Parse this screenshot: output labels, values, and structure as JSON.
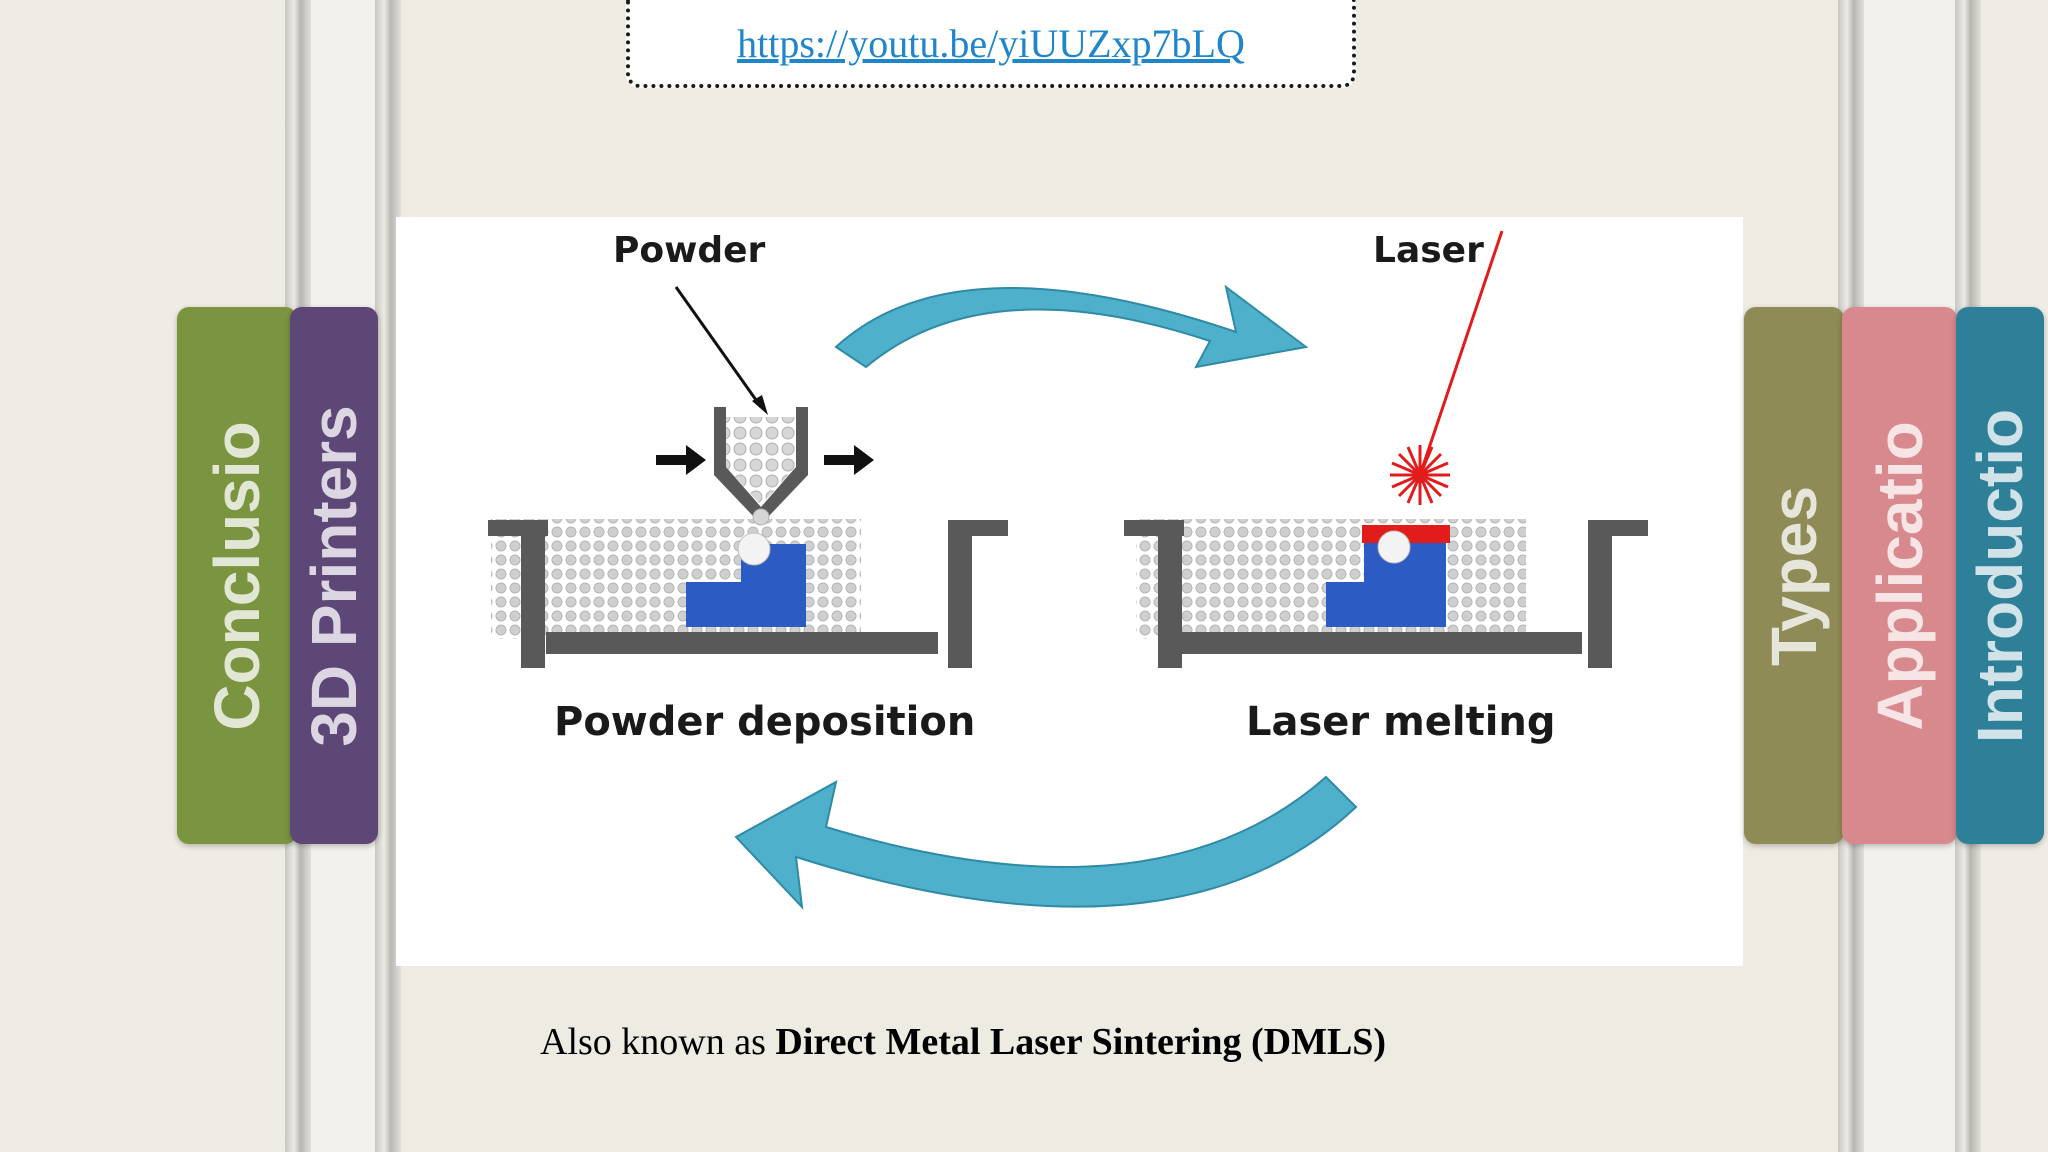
{
  "link": {
    "text": "https://youtu.be/yiUUZxp7bLQ",
    "href": "https://youtu.be/yiUUZxp7bLQ"
  },
  "tabs": {
    "conclusion": "Conclusio",
    "printers": "3D Printers",
    "types": "Types",
    "applications": "Applicatio",
    "introduction": "Introductio"
  },
  "diagram": {
    "powder_label": "Powder",
    "laser_label": "Laser",
    "deposition_label": "Powder deposition",
    "melting_label": "Laser melting"
  },
  "caption": {
    "prefix": "Also known as ",
    "emphasis": "Direct Metal Laser Sintering (DMLS)"
  },
  "colors": {
    "arrow": "#4fb0cb",
    "part": "#2d5bc4",
    "laser": "#e21b1b",
    "machine": "#595959"
  }
}
